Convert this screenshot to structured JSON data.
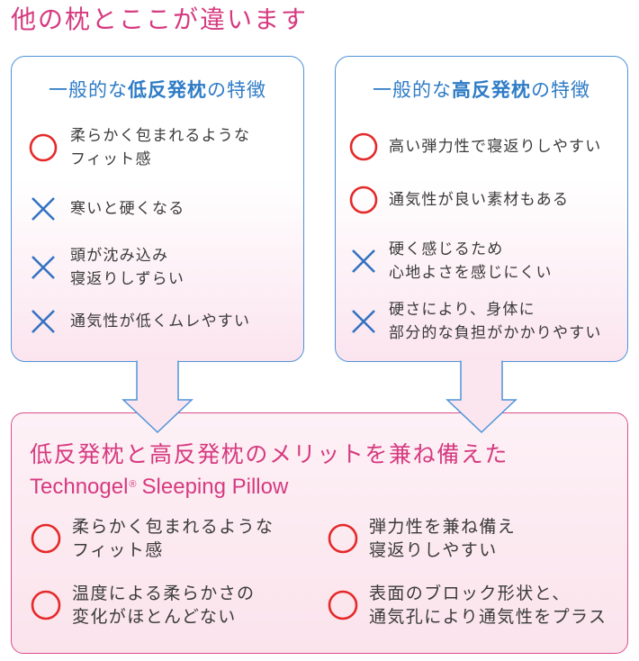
{
  "page_title": "他の枕とここが違います",
  "colors": {
    "accent_pink": "#d63a80",
    "panel_title_blue": "#2f7cc6",
    "panel_border_blue": "#4f93d8",
    "result_border_pink": "#d9508c",
    "good_mark_red": "#e42a2a",
    "bad_mark_blue": "#3372c2",
    "body_text": "#3a3a3a",
    "arrow_fill": "#fbe6ef"
  },
  "panels": [
    {
      "title_prefix": "一般的な",
      "title_emphasis": "低反発枕",
      "title_suffix": "の特徴",
      "items": [
        {
          "icon": "circle-mark-icon",
          "lines": [
            "柔らかく包まれるような",
            "フィット感"
          ]
        },
        {
          "icon": "cross-mark-icon",
          "lines": [
            "寒いと硬くなる"
          ]
        },
        {
          "icon": "cross-mark-icon",
          "lines": [
            "頭が沈み込み",
            "寝返りしずらい"
          ]
        },
        {
          "icon": "cross-mark-icon",
          "lines": [
            "通気性が低くムレやすい"
          ]
        }
      ]
    },
    {
      "title_prefix": "一般的な",
      "title_emphasis": "高反発枕",
      "title_suffix": "の特徴",
      "items": [
        {
          "icon": "circle-mark-icon",
          "lines": [
            "高い弾力性で寝返りしやすい"
          ]
        },
        {
          "icon": "circle-mark-icon",
          "lines": [
            "通気性が良い素材もある"
          ]
        },
        {
          "icon": "cross-mark-icon",
          "lines": [
            "硬く感じるため",
            "心地よさを感じにくい"
          ]
        },
        {
          "icon": "cross-mark-icon",
          "lines": [
            "硬さにより、身体に",
            "部分的な負担がかかりやすい"
          ]
        }
      ]
    }
  ],
  "result": {
    "headline": "低反発枕と高反発枕のメリットを兼ね備えた",
    "product_name": "Technogel",
    "registered_mark": "®",
    "product_suffix": "Sleeping Pillow",
    "items": [
      {
        "icon": "circle-mark-icon",
        "lines": [
          "柔らかく包まれるような",
          "フィット感"
        ]
      },
      {
        "icon": "circle-mark-icon",
        "lines": [
          "弾力性を兼ね備え",
          "寝返りしやすい"
        ]
      },
      {
        "icon": "circle-mark-icon",
        "lines": [
          "温度による柔らかさの",
          "変化がほとんどない"
        ]
      },
      {
        "icon": "circle-mark-icon",
        "lines": [
          "表面のブロック形状と、",
          "通気孔により通気性をプラス"
        ]
      }
    ]
  }
}
